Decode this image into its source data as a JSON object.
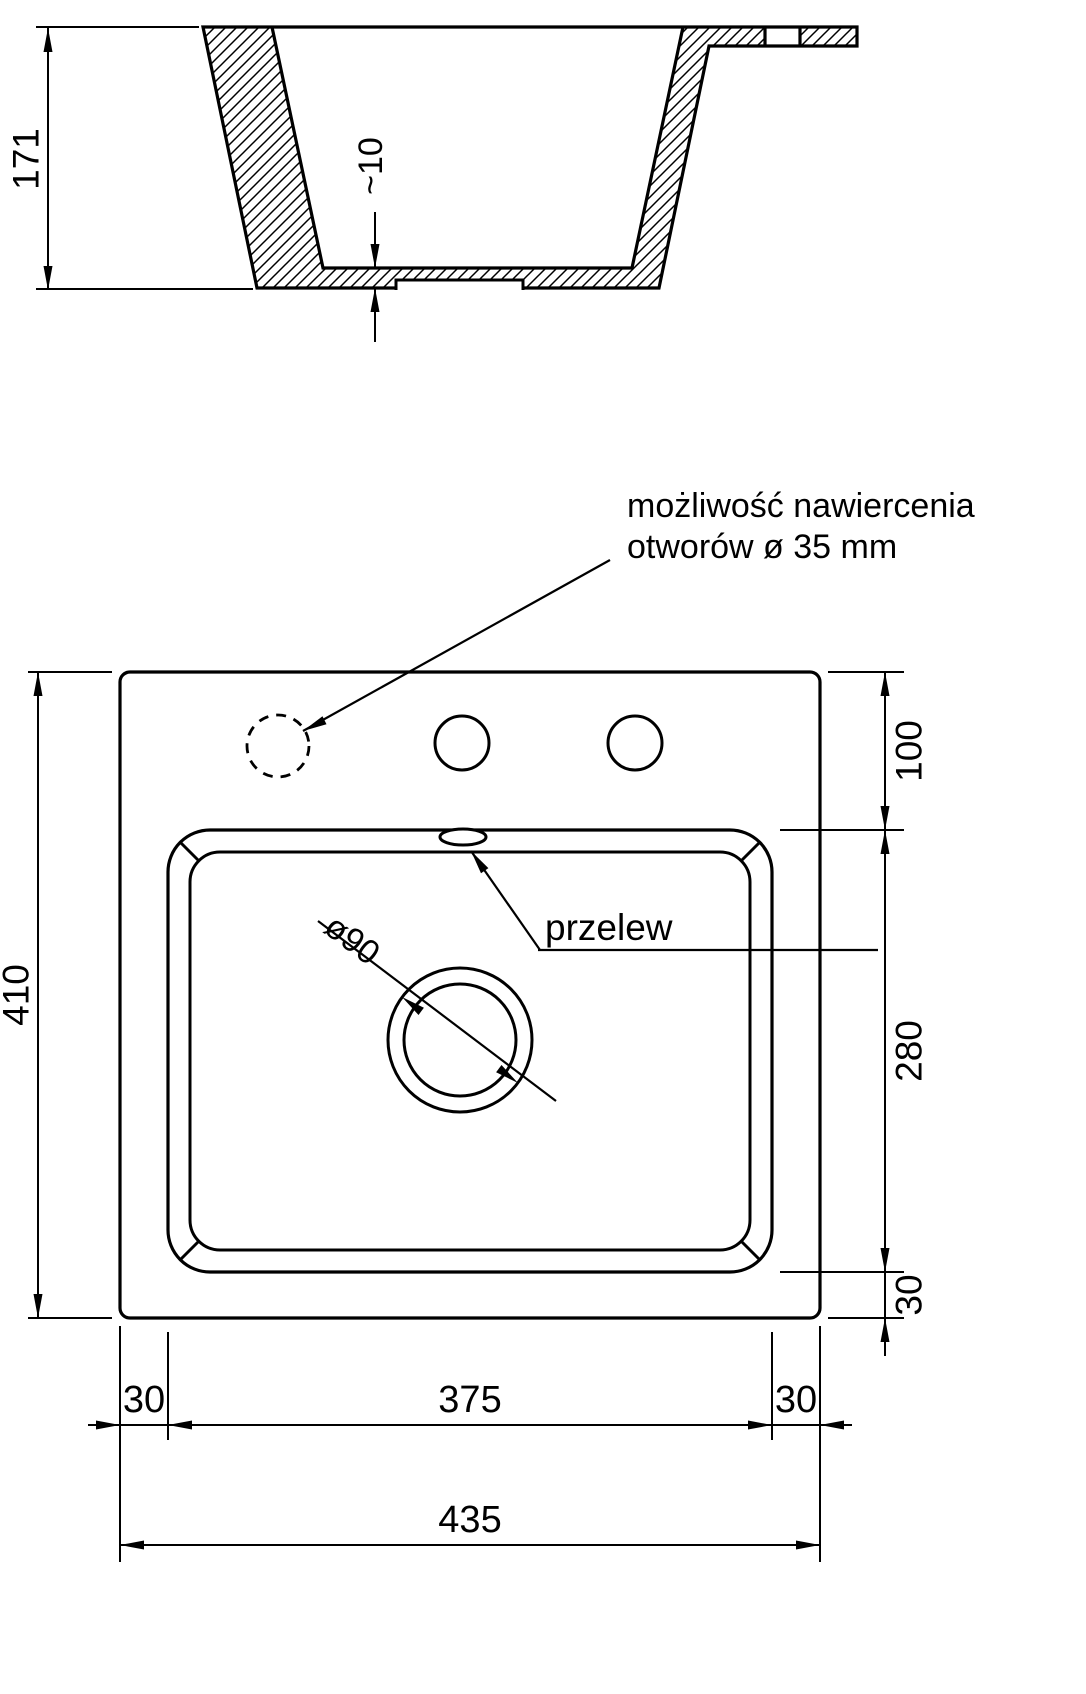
{
  "side_view": {
    "height_label": "171",
    "bottom_thickness_label": "~10"
  },
  "plan_view": {
    "note_line1": "możliwość nawiercenia",
    "note_line2": "otworów ø 35 mm",
    "overflow_label": "przelew",
    "drain_diameter_label": "ø90",
    "top_offset_label": "100",
    "basin_length_label": "280",
    "bottom_margin_label": "30",
    "total_depth_label": "410",
    "left_margin_label": "30",
    "basin_width_label": "375",
    "right_margin_label": "30",
    "total_width_label": "435"
  },
  "colors": {
    "line": "#000000",
    "background": "#ffffff"
  }
}
